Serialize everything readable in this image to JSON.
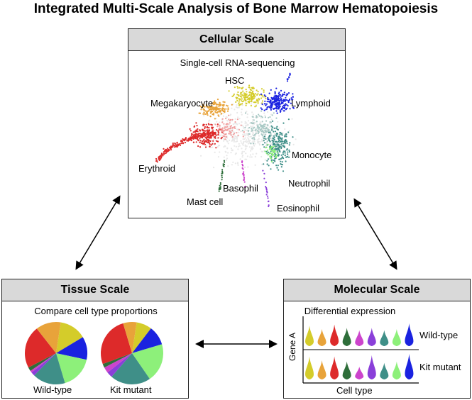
{
  "title": "Integrated Multi-Scale Analysis of Bone Marrow Hematopoiesis",
  "cellular": {
    "header": "Cellular Scale",
    "subtitle": "Single-cell RNA-sequencing",
    "clusters": {
      "hsc": "HSC",
      "megakaryocyte": "Megakaryocyte",
      "lymphoid": "Lymphoid",
      "monocyte": "Monocyte",
      "erythroid": "Erythroid",
      "neutrophil": "Neutrophil",
      "basophil": "Basophil",
      "mast_cell": "Mast cell",
      "eosinophil": "Eosinophil"
    }
  },
  "tissue": {
    "header": "Tissue Scale",
    "subtitle": "Compare cell type proportions",
    "wild_label": "Wild-type",
    "kit_label": "Kit mutant"
  },
  "molecular": {
    "header": "Molecular Scale",
    "subtitle": "Differential expression",
    "ylabel": "Gene A",
    "xlabel": "Cell type",
    "row1_label": "Wild-type",
    "row2_label": "Kit mutant"
  },
  "colors": {
    "yellow": "#d4cc2a",
    "orange": "#e8a33a",
    "red": "#dd2a2a",
    "darkgreen": "#2e6e3a",
    "magenta": "#cc44cc",
    "purple": "#8a3fd9",
    "teal": "#3f8f88",
    "green": "#8df07a",
    "blue": "#1a22e0"
  },
  "wild_pie": [
    {
      "color": "yellow",
      "fraction": 0.14
    },
    {
      "color": "blue",
      "fraction": 0.12
    },
    {
      "color": "green",
      "fraction": 0.17
    },
    {
      "color": "teal",
      "fraction": 0.17
    },
    {
      "color": "purple",
      "fraction": 0.02
    },
    {
      "color": "magenta",
      "fraction": 0.01
    },
    {
      "color": "darkgreen",
      "fraction": 0.02
    },
    {
      "color": "red",
      "fraction": 0.22
    },
    {
      "color": "orange",
      "fraction": 0.13
    }
  ],
  "kit_pie": [
    {
      "color": "yellow",
      "fraction": 0.08
    },
    {
      "color": "blue",
      "fraction": 0.1
    },
    {
      "color": "green",
      "fraction": 0.2
    },
    {
      "color": "teal",
      "fraction": 0.21
    },
    {
      "color": "purple",
      "fraction": 0.03
    },
    {
      "color": "magenta",
      "fraction": 0.03
    },
    {
      "color": "darkgreen",
      "fraction": 0.02
    },
    {
      "color": "red",
      "fraction": 0.26
    },
    {
      "color": "orange",
      "fraction": 0.07
    }
  ],
  "violins": [
    {
      "color": "yellow",
      "wild": 0.9,
      "kit": 0.9
    },
    {
      "color": "orange",
      "wild": 0.75,
      "kit": 0.75
    },
    {
      "color": "red",
      "wild": 0.95,
      "kit": 0.9
    },
    {
      "color": "darkgreen",
      "wild": 0.8,
      "kit": 0.7
    },
    {
      "color": "magenta",
      "wild": 0.7,
      "kit": 0.5
    },
    {
      "color": "purple",
      "wild": 0.8,
      "kit": 0.95
    },
    {
      "color": "teal",
      "wild": 0.7,
      "kit": 0.65
    },
    {
      "color": "green",
      "wild": 0.75,
      "kit": 0.7
    },
    {
      "color": "blue",
      "wild": 1.0,
      "kit": 1.0
    }
  ]
}
